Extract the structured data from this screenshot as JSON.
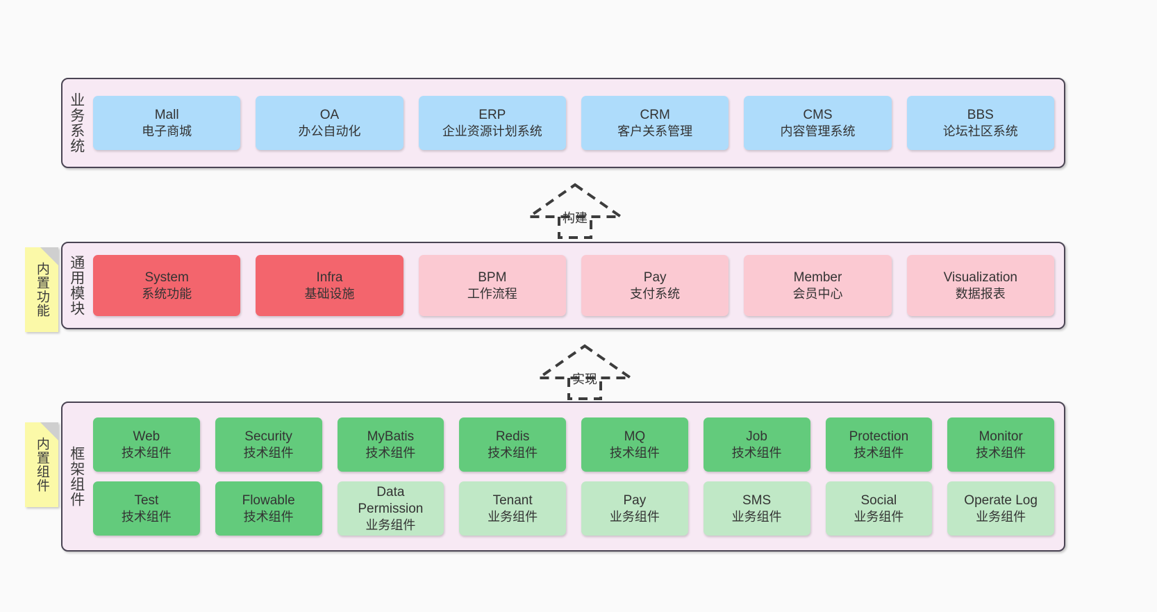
{
  "diagram": {
    "title": "业务系统 / 通用模块 / 框架组件 架构图",
    "background": "#fafafa",
    "container_bg": "#f7e9f4",
    "container_border": "#4a4453"
  },
  "layers": [
    {
      "key": "business",
      "title": "业务系统",
      "notes": null,
      "rows": [
        {
          "nodes": [
            {
              "title": "Mall",
              "sub": "电子商城",
              "color": "#aedcfb",
              "style": "c-blue"
            },
            {
              "title": "OA",
              "sub": "办公自动化",
              "color": "#aedcfb",
              "style": "c-blue"
            },
            {
              "title": "ERP",
              "sub": "企业资源计划系统",
              "color": "#aedcfb",
              "style": "c-blue"
            },
            {
              "title": "CRM",
              "sub": "客户关系管理",
              "color": "#aedcfb",
              "style": "c-blue"
            },
            {
              "title": "CMS",
              "sub": "内容管理系统",
              "color": "#aedcfb",
              "style": "c-blue"
            },
            {
              "title": "BBS",
              "sub": "论坛社区系统",
              "color": "#aedcfb",
              "style": "c-blue"
            }
          ]
        }
      ]
    },
    {
      "key": "modules",
      "title": "通用模块",
      "notes": {
        "label": "内置功能",
        "color": "#fbf9a8"
      },
      "rows": [
        {
          "nodes": [
            {
              "title": "System",
              "sub": "系统功能",
              "color": "#f3656d",
              "style": "c-red"
            },
            {
              "title": "Infra",
              "sub": "基础设施",
              "color": "#f3656d",
              "style": "c-red"
            },
            {
              "title": "BPM",
              "sub": "工作流程",
              "color": "#fbc9d2",
              "style": "c-pink"
            },
            {
              "title": "Pay",
              "sub": "支付系统",
              "color": "#fbc9d2",
              "style": "c-pink"
            },
            {
              "title": "Member",
              "sub": "会员中心",
              "color": "#fbc9d2",
              "style": "c-pink"
            },
            {
              "title": "Visualization",
              "sub": "数据报表",
              "color": "#fbc9d2",
              "style": "c-pink"
            }
          ]
        }
      ]
    },
    {
      "key": "framework",
      "title": "框架组件",
      "notes": {
        "label": "内置组件",
        "color": "#fbf9a8"
      },
      "rows": [
        {
          "nodes": [
            {
              "title": "Web",
              "sub": "技术组件",
              "color": "#63cb7c",
              "style": "c-green"
            },
            {
              "title": "Security",
              "sub": "技术组件",
              "color": "#63cb7c",
              "style": "c-green"
            },
            {
              "title": "MyBatis",
              "sub": "技术组件",
              "color": "#63cb7c",
              "style": "c-green"
            },
            {
              "title": "Redis",
              "sub": "技术组件",
              "color": "#63cb7c",
              "style": "c-green"
            },
            {
              "title": "MQ",
              "sub": "技术组件",
              "color": "#63cb7c",
              "style": "c-green"
            },
            {
              "title": "Job",
              "sub": "技术组件",
              "color": "#63cb7c",
              "style": "c-green"
            },
            {
              "title": "Protection",
              "sub": "技术组件",
              "color": "#63cb7c",
              "style": "c-green"
            },
            {
              "title": "Monitor",
              "sub": "技术组件",
              "color": "#63cb7c",
              "style": "c-green"
            }
          ]
        },
        {
          "nodes": [
            {
              "title": "Test",
              "sub": "技术组件",
              "color": "#63cb7c",
              "style": "c-green"
            },
            {
              "title": "Flowable",
              "sub": "技术组件",
              "color": "#63cb7c",
              "style": "c-green"
            },
            {
              "title": "Data Permission",
              "sub": "业务组件",
              "color": "#c0e8c6",
              "style": "c-lightgreen"
            },
            {
              "title": "Tenant",
              "sub": "业务组件",
              "color": "#c0e8c6",
              "style": "c-lightgreen"
            },
            {
              "title": "Pay",
              "sub": "业务组件",
              "color": "#c0e8c6",
              "style": "c-lightgreen"
            },
            {
              "title": "SMS",
              "sub": "业务组件",
              "color": "#c0e8c6",
              "style": "c-lightgreen"
            },
            {
              "title": "Social",
              "sub": "业务组件",
              "color": "#c0e8c6",
              "style": "c-lightgreen"
            },
            {
              "title": "Operate Log",
              "sub": "业务组件",
              "color": "#c0e8c6",
              "style": "c-lightgreen"
            }
          ]
        }
      ]
    }
  ],
  "connectors": [
    {
      "key": "build",
      "label": "构建",
      "from": "通用模块",
      "to": "业务系统",
      "style": "dashed-hollow-arrow"
    },
    {
      "key": "implement",
      "label": "实现",
      "from": "框架组件",
      "to": "通用模块",
      "style": "dashed-hollow-arrow"
    }
  ]
}
